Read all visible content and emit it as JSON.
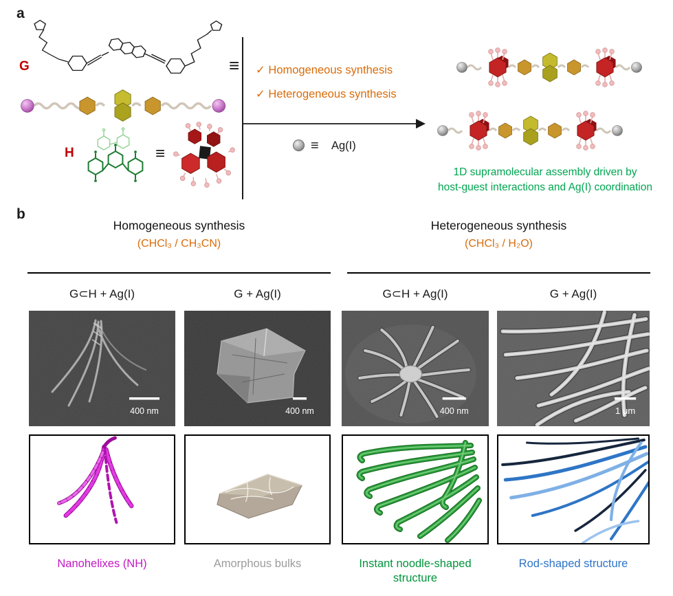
{
  "colors": {
    "accent_orange": "#d96c0a",
    "assembly_green": "#00a550",
    "label_red": "#c00000",
    "text_black": "#1a1a1a"
  },
  "panel_a": {
    "label": "a",
    "guest_label": "G",
    "host_label": "H",
    "equiv_symbol": "≡",
    "synthesis_checklist": [
      {
        "check": "✓",
        "text": "Homogeneous synthesis"
      },
      {
        "check": "✓",
        "text": "Heterogeneous synthesis"
      }
    ],
    "silver_label": "Ag(I)",
    "assembly_caption_line1": "1D supramolecular assembly driven by",
    "assembly_caption_line2": "host-guest interactions and Ag(I) coordination"
  },
  "panel_b": {
    "label": "b",
    "methods": [
      {
        "title": "Homogeneous synthesis",
        "solvent": "(CHCl₃ / CH₃CN)"
      },
      {
        "title": "Heterogeneous synthesis",
        "solvent": "(CHCl₃ / H₂O)"
      }
    ],
    "samples": [
      {
        "label": "G⊂H + Ag(I)",
        "scale_bar": "400 nm",
        "caption": "Nanohelixes (NH)",
        "caption_color": "#c318c3"
      },
      {
        "label": "G + Ag(I)",
        "scale_bar": "400 nm",
        "caption": "Amorphous bulks",
        "caption_color": "#9c9c9c"
      },
      {
        "label": "G⊂H + Ag(I)",
        "scale_bar": "400 nm",
        "caption": "Instant noodle-shaped structure",
        "caption_color": "#00953b"
      },
      {
        "label": "G + Ag(I)",
        "scale_bar": "1 μm",
        "caption": "Rod-shaped structure",
        "caption_color": "#2d74c8"
      }
    ]
  }
}
